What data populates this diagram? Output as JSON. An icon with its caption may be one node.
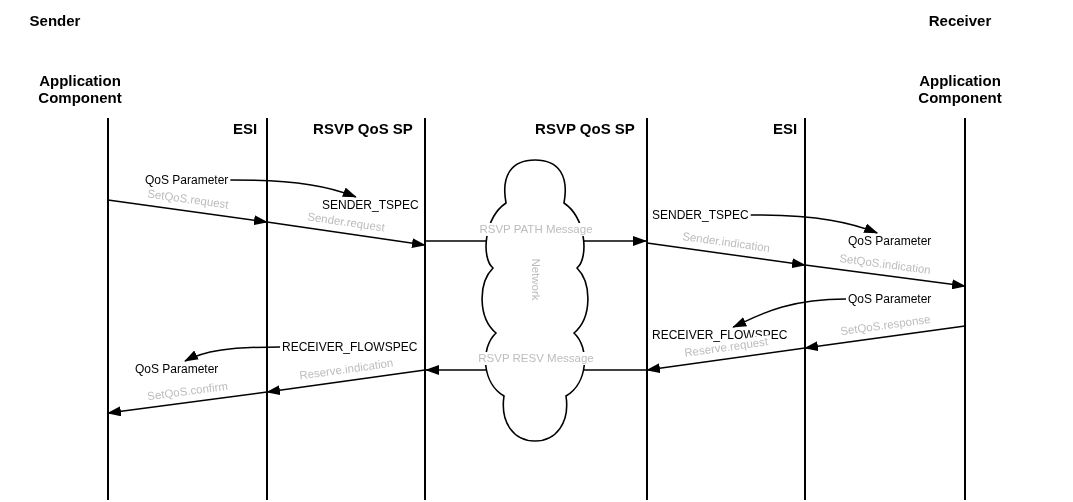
{
  "diagram": {
    "nodes": [
      {
        "text": [
          "Sender",
          "Application Component"
        ]
      },
      {
        "text": [
          "ESI"
        ]
      },
      {
        "text": [
          "RSVP QoS SP"
        ]
      },
      {
        "text": [
          "RSVP QoS SP"
        ]
      },
      {
        "text": [
          "ESI"
        ]
      },
      {
        "text": [
          "Receiver",
          "Application Component"
        ]
      },
      {
        "text": [
          "QoS Parameter"
        ]
      },
      {
        "text": [
          "SENDER_TSPEC"
        ]
      },
      {
        "text": [
          "SENDER_TSPEC"
        ]
      },
      {
        "text": [
          "QoS Parameter"
        ]
      },
      {
        "text": [
          "QoS Parameter"
        ]
      },
      {
        "text": [
          "RECEIVER_FLOWSPEC"
        ]
      },
      {
        "text": [
          "RECEIVER_FLOWSPEC"
        ]
      },
      {
        "text": [
          "QoS Parameter"
        ]
      }
    ],
    "edges": [
      {
        "from": 0,
        "to": 1,
        "arrow": "to",
        "label": "SetQoS.request"
      },
      {
        "from": 1,
        "to": 2,
        "arrow": "to",
        "label": "Sender.request"
      },
      {
        "from": 2,
        "to": 3,
        "arrow": "to",
        "label": "RSVP PATH Message"
      },
      {
        "from": 3,
        "to": 4,
        "arrow": "to",
        "label": "Sender.indication"
      },
      {
        "from": 4,
        "to": 5,
        "arrow": "to",
        "label": "SetQoS.indication"
      },
      {
        "from": 5,
        "to": 4,
        "arrow": "to",
        "label": "SetQoS.response"
      },
      {
        "from": 4,
        "to": 3,
        "arrow": "to",
        "label": "Reserve.request"
      },
      {
        "from": 3,
        "to": 2,
        "arrow": "to",
        "label": "RSVP RESV Message"
      },
      {
        "from": 2,
        "to": 1,
        "arrow": "to",
        "label": "Reserve.indication"
      },
      {
        "from": 1,
        "to": 0,
        "arrow": "to",
        "label": "SetQoS.confirm"
      },
      {
        "from": 6,
        "to": 7,
        "arrow": "to"
      },
      {
        "from": 8,
        "to": 9,
        "arrow": "to"
      },
      {
        "from": 10,
        "to": 11,
        "arrow": "to"
      },
      {
        "from": 12,
        "to": 13,
        "arrow": "to"
      }
    ],
    "labels": [
      "Network"
    ]
  }
}
